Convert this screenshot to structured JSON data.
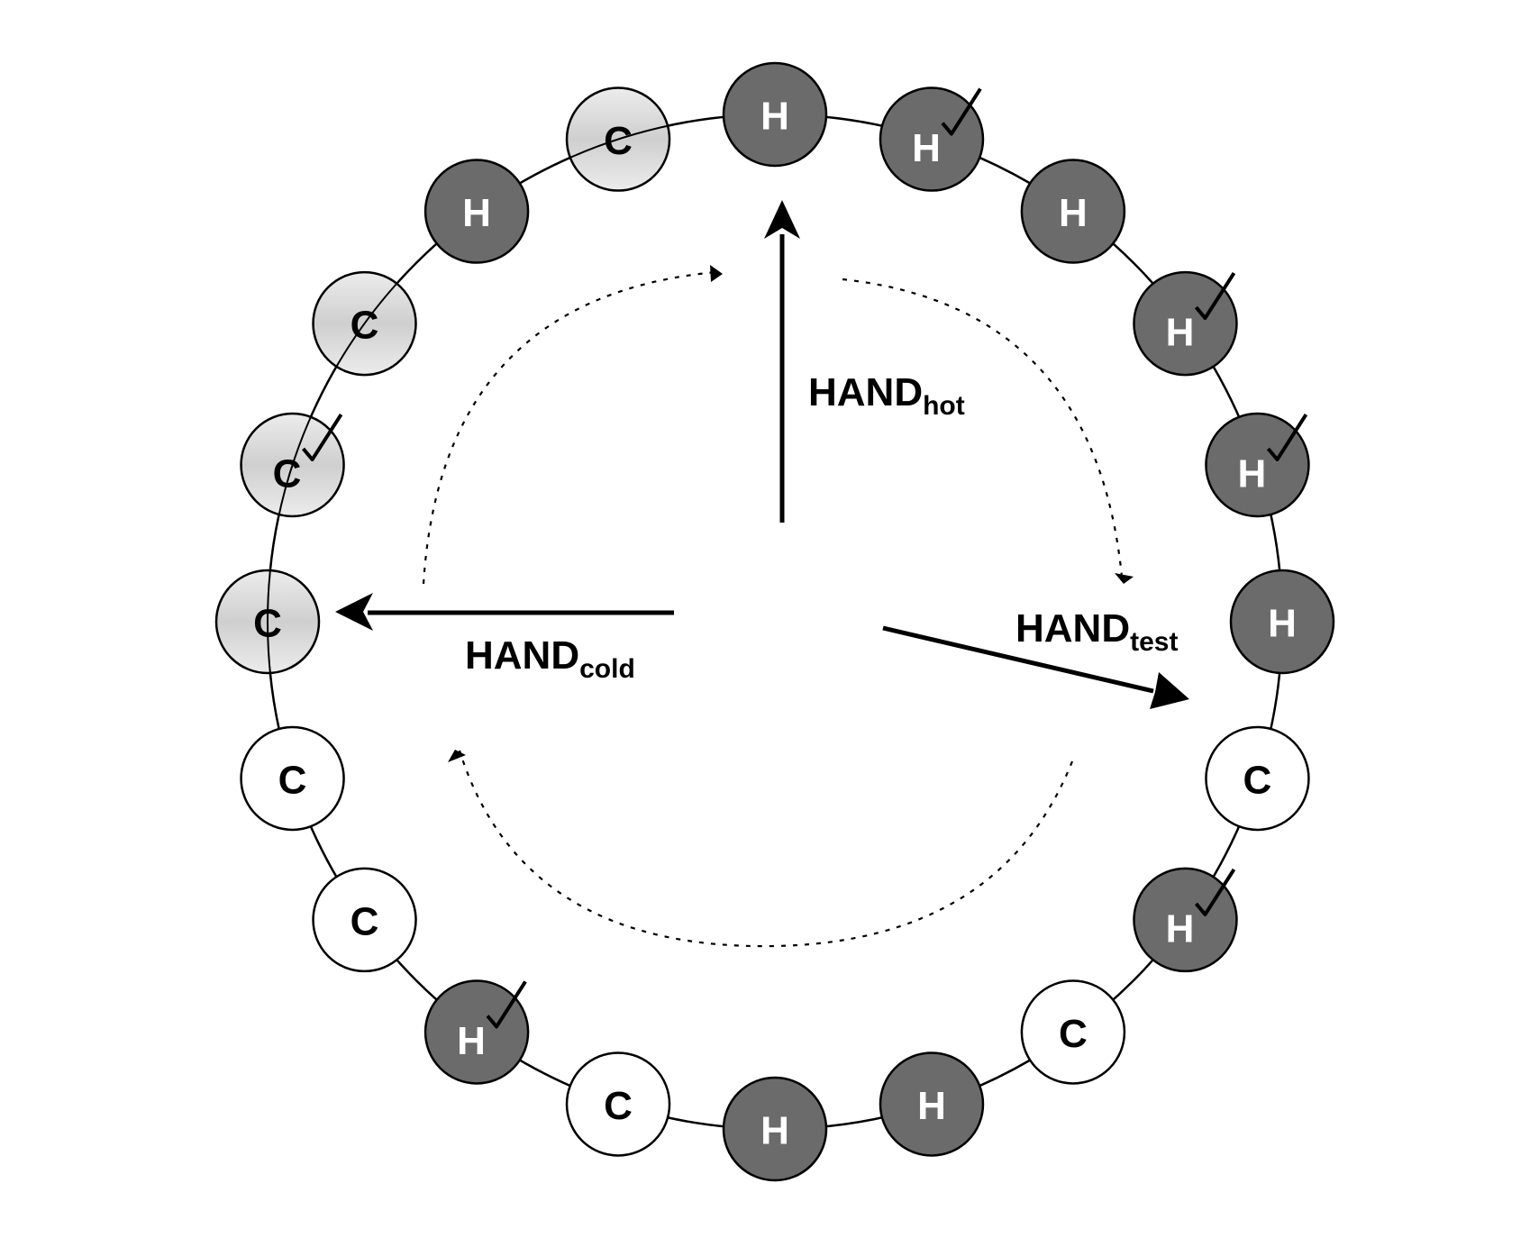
{
  "pages": [
    {
      "letter": "H",
      "type": "hot",
      "checked": false
    },
    {
      "letter": "H",
      "type": "hot",
      "checked": true
    },
    {
      "letter": "H",
      "type": "hot",
      "checked": false
    },
    {
      "letter": "H",
      "type": "hot",
      "checked": true
    },
    {
      "letter": "H",
      "type": "hot",
      "checked": true
    },
    {
      "letter": "H",
      "type": "hot",
      "checked": false
    },
    {
      "letter": "C",
      "type": "cold",
      "checked": false
    },
    {
      "letter": "H",
      "type": "hot",
      "checked": true
    },
    {
      "letter": "C",
      "type": "cold",
      "checked": false
    },
    {
      "letter": "H",
      "type": "hot",
      "checked": false
    },
    {
      "letter": "H",
      "type": "hot",
      "checked": false
    },
    {
      "letter": "C",
      "type": "cold",
      "checked": false
    },
    {
      "letter": "H",
      "type": "hot",
      "checked": true
    },
    {
      "letter": "C",
      "type": "cold",
      "checked": false
    },
    {
      "letter": "C",
      "type": "cold",
      "checked": false
    },
    {
      "letter": "C",
      "type": "cold-test",
      "checked": false
    },
    {
      "letter": "C",
      "type": "cold-test",
      "checked": true
    },
    {
      "letter": "C",
      "type": "cold-test",
      "checked": false
    },
    {
      "letter": "H",
      "type": "hot",
      "checked": false
    },
    {
      "letter": "C",
      "type": "cold-test",
      "checked": false
    }
  ],
  "hands": {
    "hot": {
      "main": "HAND",
      "sub": "hot"
    },
    "cold": {
      "main": "HAND",
      "sub": "cold"
    },
    "test": {
      "main": "HAND",
      "sub": "test"
    }
  },
  "colors": {
    "hot_fill": "#6b6b6b",
    "cold_fill": "#ffffff",
    "cold_test_fill": "#d8d8d8",
    "hot_text": "#ffffff",
    "cold_text": "#000000"
  },
  "icons": {
    "check": "check-mark-icon",
    "arrow": "arrowhead-icon"
  }
}
